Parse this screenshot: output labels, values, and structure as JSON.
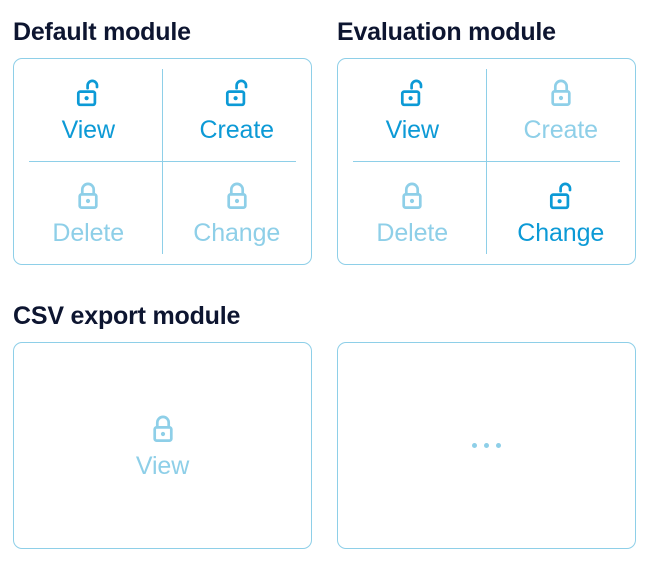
{
  "colors": {
    "active": "#0c9ad6",
    "inactive": "#8ecfe8",
    "heading": "#0d1530",
    "border": "#8ecfe8",
    "background": "#ffffff"
  },
  "sections": [
    {
      "id": "default",
      "title": "Default module"
    },
    {
      "id": "evaluation",
      "title": "Evaluation module"
    },
    {
      "id": "csv-export",
      "title": "CSV export module"
    }
  ],
  "cards": {
    "default": {
      "title": "Default module",
      "layout": "quadrant",
      "permissions": [
        {
          "label": "View",
          "icon": "unlock-open-icon",
          "state": "granted"
        },
        {
          "label": "Create",
          "icon": "unlock-open-icon",
          "state": "granted"
        },
        {
          "label": "Delete",
          "icon": "lock-closed-icon",
          "state": "denied"
        },
        {
          "label": "Change",
          "icon": "lock-closed-icon",
          "state": "denied"
        }
      ]
    },
    "evaluation": {
      "title": "Evaluation module",
      "layout": "quadrant",
      "permissions": [
        {
          "label": "View",
          "icon": "unlock-open-icon",
          "state": "granted"
        },
        {
          "label": "Create",
          "icon": "lock-closed-icon",
          "state": "denied"
        },
        {
          "label": "Delete",
          "icon": "lock-closed-icon",
          "state": "denied"
        },
        {
          "label": "Change",
          "icon": "unlock-open-icon",
          "state": "granted"
        }
      ]
    },
    "csv_export": {
      "title": "CSV export module",
      "layout": "single",
      "permissions": [
        {
          "label": "View",
          "icon": "lock-closed-icon",
          "state": "denied"
        }
      ]
    },
    "placeholder": {
      "title": "",
      "layout": "empty",
      "ellipsis": "..."
    }
  }
}
